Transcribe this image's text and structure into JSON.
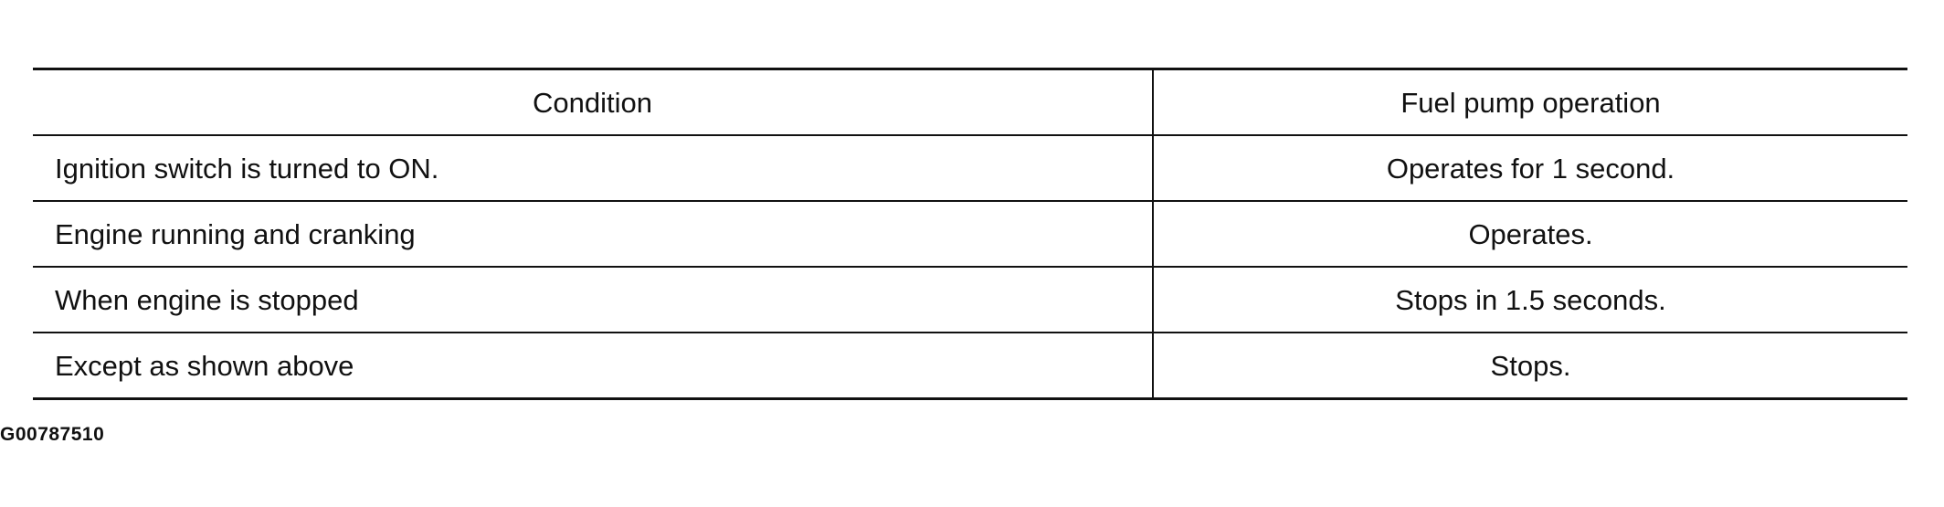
{
  "table": {
    "headers": [
      "Condition",
      "Fuel pump operation"
    ],
    "rows": [
      {
        "condition": "Ignition switch is turned to ON.",
        "operation": "Operates for 1 second."
      },
      {
        "condition": "Engine running and cranking",
        "operation": "Operates."
      },
      {
        "condition": "When engine is stopped",
        "operation": "Stops in 1.5 seconds."
      },
      {
        "condition": "Except as shown above",
        "operation": "Stops."
      }
    ]
  },
  "footer": {
    "figure_id": "G00787510"
  }
}
